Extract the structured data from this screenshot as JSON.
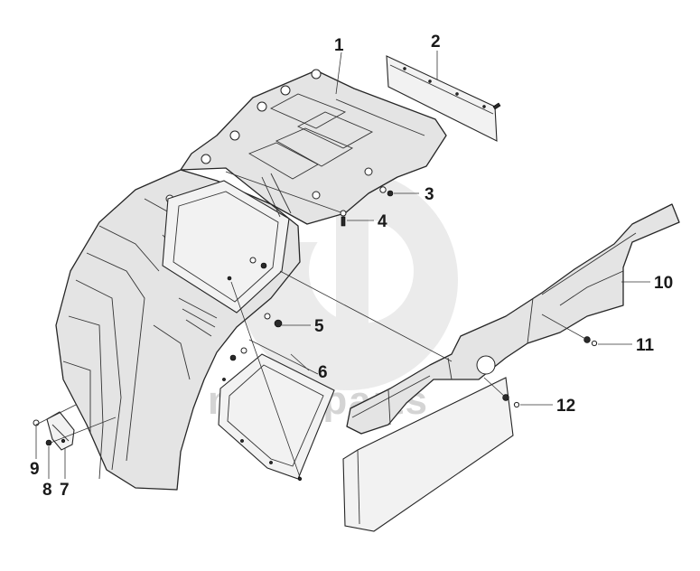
{
  "watermark": {
    "text": "mata-parts"
  },
  "callouts": [
    {
      "id": "1",
      "label": "1"
    },
    {
      "id": "2",
      "label": "2"
    },
    {
      "id": "3",
      "label": "3"
    },
    {
      "id": "4",
      "label": "4"
    },
    {
      "id": "5",
      "label": "5"
    },
    {
      "id": "6",
      "label": "6"
    },
    {
      "id": "7",
      "label": "7"
    },
    {
      "id": "8",
      "label": "8"
    },
    {
      "id": "9",
      "label": "9"
    },
    {
      "id": "10",
      "label": "10"
    },
    {
      "id": "11",
      "label": "11"
    },
    {
      "id": "12",
      "label": "12"
    }
  ]
}
